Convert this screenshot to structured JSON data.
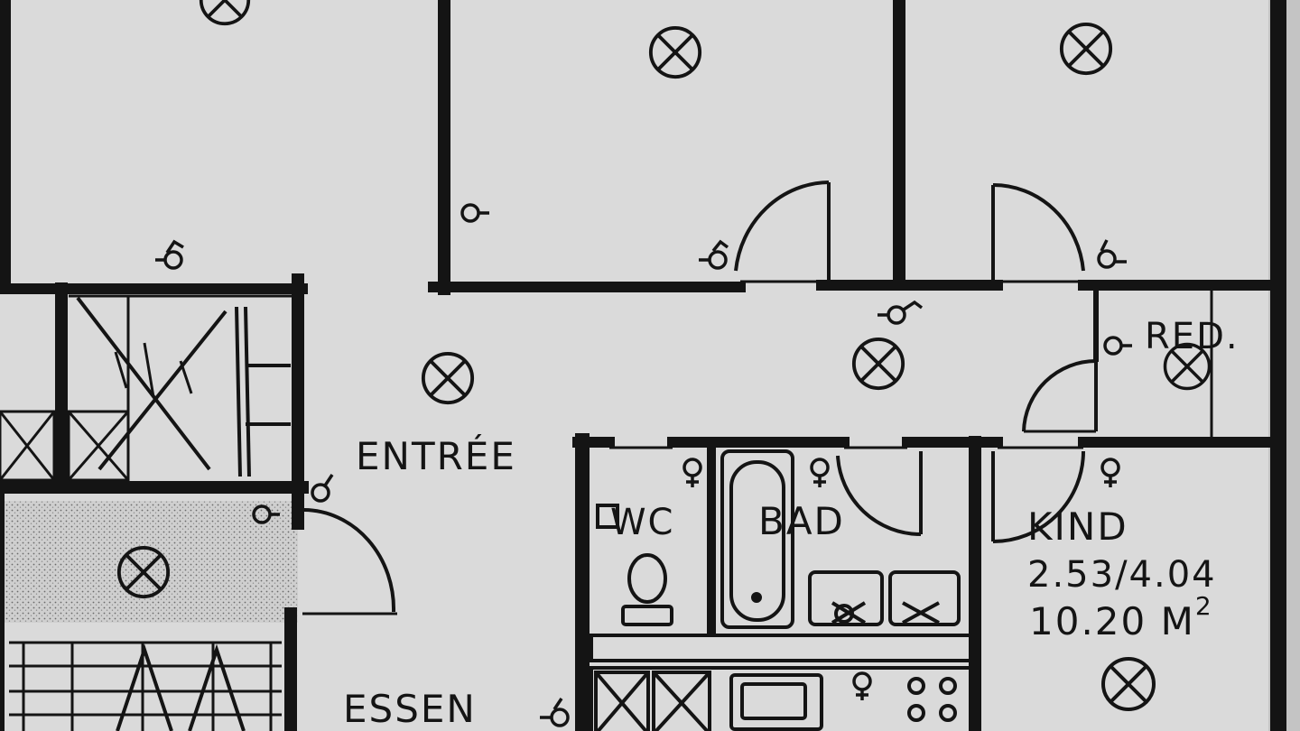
{
  "colors": {
    "paper": "#dadada",
    "ink": "#141414",
    "stipple": "#bdbdbd"
  },
  "rooms": {
    "entree": {
      "label": "ENTRÉE"
    },
    "essen": {
      "label": "ESSEN"
    },
    "wc": {
      "label": "WC"
    },
    "bad": {
      "label": "BAD"
    },
    "red": {
      "label": "RED."
    },
    "kind": {
      "label": "KIND",
      "dimensions": "2.53/4.04",
      "area": "10.20 M",
      "area_unit_superscript": "2"
    }
  },
  "symbols": {
    "ceiling_light": "ceiling-light-icon",
    "switch": "light-switch-icon",
    "socket": "socket-icon"
  }
}
